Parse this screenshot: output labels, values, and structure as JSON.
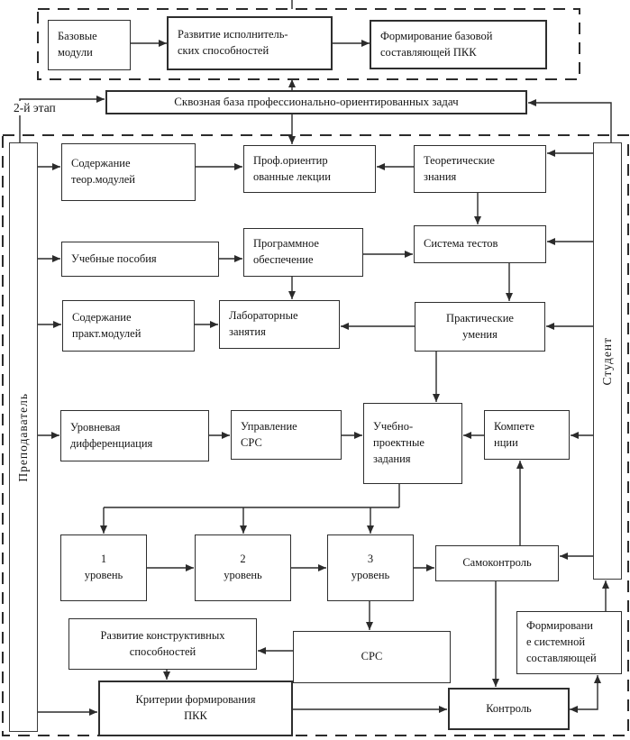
{
  "diagram": {
    "stage_label": "2-й этап",
    "left_bar": "Преподаватель",
    "right_bar": "Студент",
    "nodes": {
      "base_modules": "Базовые\nмодули",
      "exec_abilities": "Развитие исполнитель-\nских способностей",
      "base_pkk": "Формирование базовой\nсоставляющей ПКК",
      "task_base": "Сквозная база профессионально-ориентированных задач",
      "theory_content": "Содержание\nтеор.модулей",
      "prof_lectures": "Проф.ориентир\nованные лекции",
      "theory_knowledge": "Теоретические\nзнания",
      "textbooks": "Учебные пособия",
      "software": "Программное\nобеспечение",
      "test_system": "Система тестов",
      "pract_content": "Содержание\nпракт.модулей",
      "labs": "Лабораторные\nзанятия",
      "pract_skills": "Практические\nумения",
      "level_diff": "Уровневая\nдифференциация",
      "srs_mgmt": "Управление\nСРС",
      "project_tasks": "Учебно-\nпроектные\nзадания",
      "competencies": "Компете\nнции",
      "level1": "1\nуровень",
      "level2": "2\nуровень",
      "level3": "3\nуровень",
      "self_control": "Самоконтроль",
      "constructive": "Развитие конструктивных\nспособностей",
      "srs": "СРС",
      "system_component": "Формировани\nе системной\nсоставляющей",
      "criteria": "Критерии формирования\nПКК",
      "control": "Контроль"
    },
    "colors": {
      "line": "#2b2b2b",
      "border": "#2e2e2e",
      "background": "#ffffff",
      "text": "#141414"
    }
  }
}
